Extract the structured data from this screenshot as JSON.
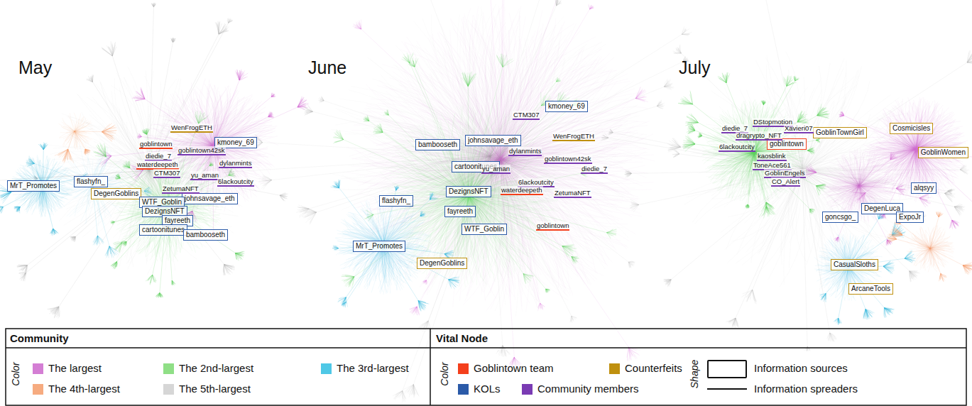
{
  "diagram": {
    "nodes": [
      {
        "text": [
          "kmoney_69"
        ]
      },
      {
        "text": [
          "flashyfn_"
        ]
      },
      {
        "text": [
          "MrT_Promotes"
        ]
      },
      {
        "text": [
          "DegenGoblins"
        ]
      },
      {
        "text": [
          "johnsavage_eth"
        ]
      },
      {
        "text": [
          "WTF_Goblin"
        ]
      },
      {
        "text": [
          "DezignsNFT"
        ]
      },
      {
        "text": [
          "fayreeth"
        ]
      },
      {
        "text": [
          "cartoonitunes"
        ]
      },
      {
        "text": [
          "bambooseth"
        ]
      },
      {
        "text": [
          "kmoney_69"
        ]
      },
      {
        "text": [
          "bambooseth"
        ]
      },
      {
        "text": [
          "johnsavage_eth"
        ]
      },
      {
        "text": [
          "cartoonitunes"
        ]
      },
      {
        "text": [
          "DezignsNFT"
        ]
      },
      {
        "text": [
          "flashyfn_"
        ]
      },
      {
        "text": [
          "fayreeth"
        ]
      },
      {
        "text": [
          "WTF_Goblin"
        ]
      },
      {
        "text": [
          "MrT_Promotes"
        ]
      },
      {
        "text": [
          "DegenGoblins"
        ]
      },
      {
        "text": [
          "Cosmicisles"
        ]
      },
      {
        "text": [
          "GoblinTownGirl"
        ]
      },
      {
        "text": [
          "goblintown"
        ]
      },
      {
        "text": [
          "GoblinWomen"
        ]
      },
      {
        "text": [
          "alqsyy"
        ]
      },
      {
        "text": [
          "DegenLuca"
        ]
      },
      {
        "text": [
          "goncsgo_"
        ]
      },
      {
        "text": [
          "ExpoJr"
        ]
      },
      {
        "text": [
          "CasualSloths"
        ]
      },
      {
        "text": [
          "ArcaneTools"
        ]
      }
    ],
    "labels": [
      "May",
      "June",
      "July",
      "WenFrogETH",
      "goblintown",
      "goblintown42sk",
      "diedie_7",
      "waterdeepeth",
      "dylanmints",
      "CTM307",
      "yu_aman",
      "6lackoutcity",
      "ZetumaNFT",
      "CTM307",
      "WenFrogETH",
      "dylanmints",
      "goblintown42sk",
      "yu_aman",
      "diedie_7",
      "6lackoutcity",
      "waterdeepeth",
      "ZetumaNFT",
      "goblintown",
      "DStopmotion",
      "diedie_7",
      "Xavieri07",
      "dragrypto_NFT",
      "6lackoutcity",
      "kaosblink",
      "ToneAce561",
      "GoblinEngels",
      "CO_Alert",
      "Community",
      "Vital Node",
      "Color",
      "Color",
      "Shape"
    ],
    "legend": [
      {
        "text": "The largest",
        "color": "#d47ed4"
      },
      {
        "text": "The 2nd-largest",
        "color": "#8fdf86"
      },
      {
        "text": "The 3rd-largest",
        "color": "#4fc8e6"
      },
      {
        "text": "The 4th-largest",
        "color": "#f6ab80"
      },
      {
        "text": "The 5th-largest",
        "color": "#d6d6d6"
      },
      {
        "text": "Goblintown team",
        "color": "#f43f1c"
      },
      {
        "text": "Counterfeits",
        "color": "#bf900f"
      },
      {
        "text": "KOLs",
        "color": "#2b5aa8"
      },
      {
        "text": "Community members",
        "color": "#7a3bb3"
      },
      {
        "text": "Information sources"
      },
      {
        "text": "Information spreaders"
      }
    ]
  }
}
